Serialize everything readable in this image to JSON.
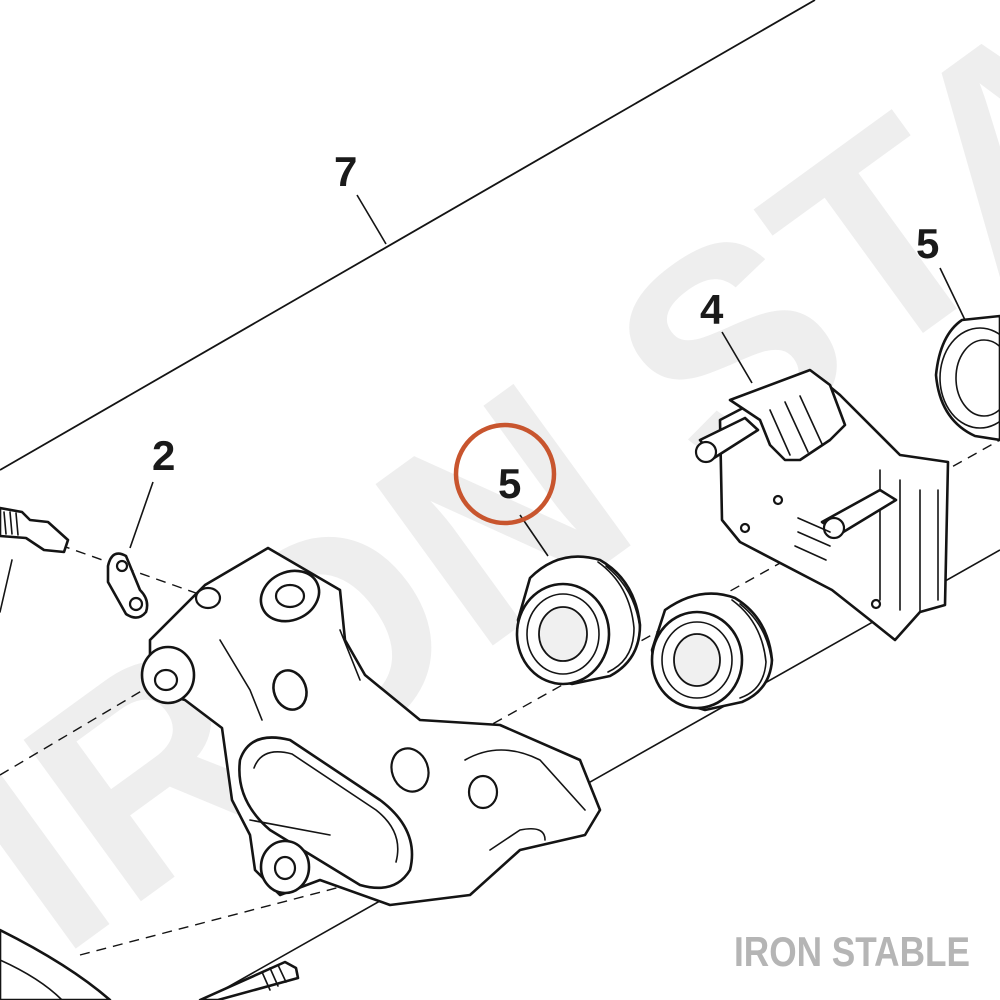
{
  "diagram": {
    "callouts": [
      {
        "id": "7",
        "label": "7"
      },
      {
        "id": "2",
        "label": "2"
      },
      {
        "id": "5a",
        "label": "5"
      },
      {
        "id": "4",
        "label": "4"
      },
      {
        "id": "5b",
        "label": "5"
      }
    ],
    "highlight": {
      "target": "5a",
      "color": "#c8552e"
    },
    "watermark": {
      "text": "IRON STABLE",
      "color": "#eeeeee"
    },
    "brand": {
      "text": "IRON STABLE",
      "color": "#b5b5b5"
    }
  }
}
